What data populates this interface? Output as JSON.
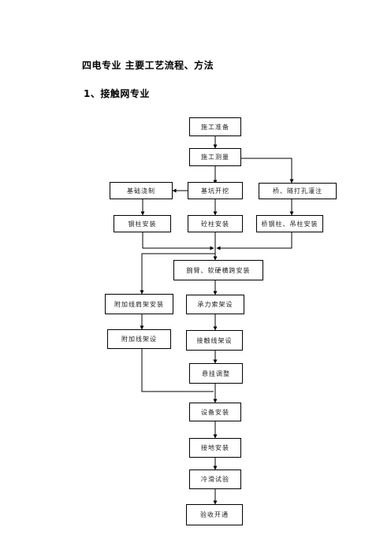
{
  "heading": "四电专业 主要工艺流程、方法",
  "subheading": "1、接触网专业",
  "flowchart": {
    "steps": {
      "prep": "施工准备",
      "survey": "施工测量",
      "foundation_pour": "基础浇制",
      "pit_excavation": "基坑开挖",
      "bridge_drill": "桥、隧打孔灌注",
      "steel_pole": "钢柱安装",
      "concrete_pole": "砼柱安装",
      "bridge_pole": "桥钢柱、吊柱安装",
      "cantilever": "腕臂、软硬横跨安装",
      "aux_bracket": "附加线肩架安装",
      "messenger": "承力索架设",
      "aux_wire": "附加线架设",
      "contact_wire": "接触线架设",
      "hanger": "悬挂调整",
      "equipment": "设备安装",
      "grounding": "接地安装",
      "cold_test": "冷滑试验",
      "acceptance": "验收开通"
    }
  }
}
